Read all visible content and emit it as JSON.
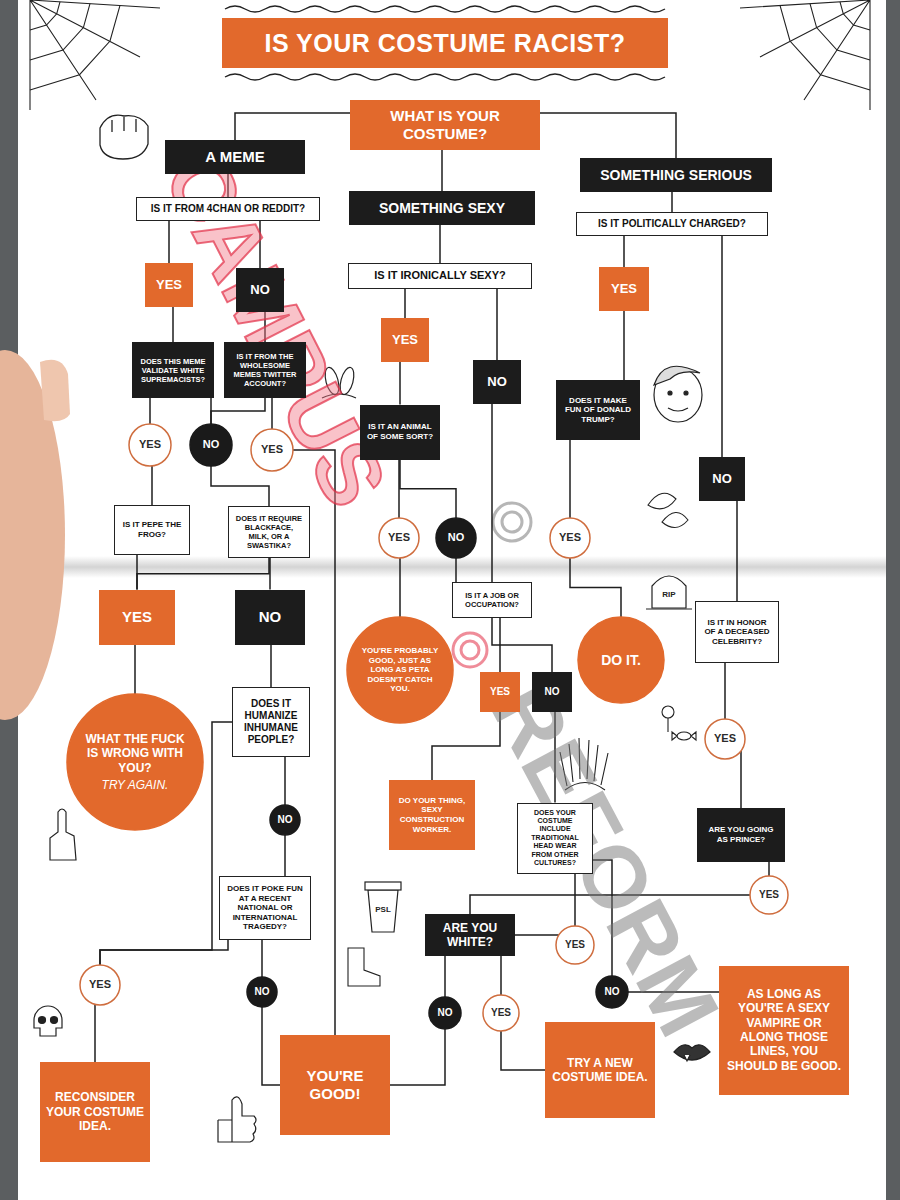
{
  "diagram": {
    "title": "IS YOUR COSTUME RACIST?",
    "nodes": [
      {
        "text": [
          "WHAT IS YOUR COSTUME?"
        ]
      },
      {
        "text": [
          "A MEME"
        ]
      },
      {
        "text": [
          "SOMETHING SEXY"
        ]
      },
      {
        "text": [
          "SOMETHING SERIOUS"
        ]
      },
      {
        "text": [
          "IS IT FROM 4CHAN OR REDDIT?"
        ]
      },
      {
        "text": [
          "YES"
        ]
      },
      {
        "text": [
          "NO"
        ]
      },
      {
        "text": [
          "IS IT IRONICALLY SEXY?"
        ]
      },
      {
        "text": [
          "IS IT POLITICALLY CHARGED?"
        ]
      },
      {
        "text": [
          "YES"
        ]
      },
      {
        "text": [
          "NO"
        ]
      },
      {
        "text": [
          "YES"
        ]
      },
      {
        "text": [
          "DOES THIS MEME VALIDATE WHITE SUPREMACISTS?"
        ]
      },
      {
        "text": [
          "IS IT FROM THE WHOLESOME MEMES TWITTER ACCOUNT?"
        ]
      },
      {
        "text": [
          "YES"
        ]
      },
      {
        "text": [
          "NO"
        ]
      },
      {
        "text": [
          "YES"
        ]
      },
      {
        "text": [
          "IS IT AN ANIMAL OF SOME SORT?"
        ]
      },
      {
        "text": [
          "DOES IT MAKE FUN OF DONALD TRUMP?"
        ]
      },
      {
        "text": [
          "NO"
        ]
      },
      {
        "text": [
          "IS IT PEPE THE FROG?"
        ]
      },
      {
        "text": [
          "DOES IT REQUIRE BLACKFACE, MILK, OR A SWASTIKA?"
        ]
      },
      {
        "text": [
          "YES"
        ]
      },
      {
        "text": [
          "NO"
        ]
      },
      {
        "text": [
          "YES"
        ]
      },
      {
        "text": [
          "YES"
        ]
      },
      {
        "text": [
          "NO"
        ]
      },
      {
        "text": [
          "IS IT A JOB OR OCCUPATION?"
        ]
      },
      {
        "text": [
          "YOU'RE PROBABLY GOOD, JUST AS LONG AS PETA DOESN'T CATCH YOU."
        ]
      },
      {
        "text": [
          "DO IT."
        ]
      },
      {
        "text": [
          "IS IT IN HONOR OF A DECEASED CELEBRITY?"
        ]
      },
      {
        "text": [
          "WHAT THE FUCK IS WRONG WITH YOU?",
          "TRY AGAIN."
        ]
      },
      {
        "text": [
          "DOES IT HUMANIZE INHUMANE PEOPLE?"
        ]
      },
      {
        "text": [
          "YES"
        ]
      },
      {
        "text": [
          "NO"
        ]
      },
      {
        "text": [
          "YES"
        ]
      },
      {
        "text": [
          "NO"
        ]
      },
      {
        "text": [
          "DO YOUR THING, SEXY CONSTRUCTION WORKER."
        ]
      },
      {
        "text": [
          "DOES YOUR COSTUME INCLUDE TRADITIONAL HEAD WEAR FROM OTHER CULTURES?"
        ]
      },
      {
        "text": [
          "ARE YOU GOING AS PRINCE?"
        ]
      },
      {
        "text": [
          "DOES IT POKE FUN AT A RECENT NATIONAL OR INTERNATIONAL TRAGEDY?"
        ]
      },
      {
        "text": [
          "ARE YOU WHITE?"
        ]
      },
      {
        "text": [
          "YES"
        ]
      },
      {
        "text": [
          "YES"
        ]
      },
      {
        "text": [
          "YES"
        ]
      },
      {
        "text": [
          "NO"
        ]
      },
      {
        "text": [
          "NO"
        ]
      },
      {
        "text": [
          "NO"
        ]
      },
      {
        "text": [
          "YES"
        ]
      },
      {
        "text": [
          "AS LONG AS YOU'RE A SEXY VAMPIRE OR ALONG THOSE LINES, YOU SHOULD BE GOOD."
        ]
      },
      {
        "text": [
          "RECONSIDER YOUR COSTUME IDEA."
        ]
      },
      {
        "text": [
          "YOU'RE GOOD!"
        ]
      },
      {
        "text": [
          "TRY A NEW COSTUME IDEA."
        ]
      }
    ],
    "edges": [
      {
        "from": 0,
        "to": 1,
        "arrow": "none"
      },
      {
        "from": 0,
        "to": 2,
        "arrow": "none"
      },
      {
        "from": 0,
        "to": 3,
        "arrow": "none"
      },
      {
        "from": 1,
        "to": 4,
        "arrow": "none"
      },
      {
        "from": 4,
        "to": 5,
        "arrow": "none"
      },
      {
        "from": 4,
        "to": 6,
        "arrow": "none"
      },
      {
        "from": 5,
        "to": 12,
        "arrow": "none"
      },
      {
        "from": 6,
        "to": 13,
        "arrow": "none"
      },
      {
        "from": 12,
        "to": 14,
        "arrow": "none"
      },
      {
        "from": 12,
        "to": 15,
        "arrow": "none"
      },
      {
        "from": 13,
        "to": 15,
        "arrow": "none"
      },
      {
        "from": 13,
        "to": 16,
        "arrow": "none"
      },
      {
        "from": 14,
        "to": 20,
        "arrow": "none"
      },
      {
        "from": 15,
        "to": 21,
        "arrow": "none"
      },
      {
        "from": 16,
        "to": 51,
        "arrow": "none"
      },
      {
        "from": 20,
        "to": 25,
        "arrow": "none"
      },
      {
        "from": 21,
        "to": 25,
        "arrow": "none"
      },
      {
        "from": 21,
        "to": 26,
        "arrow": "none"
      },
      {
        "from": 25,
        "to": 31,
        "arrow": "none"
      },
      {
        "from": 26,
        "to": 32,
        "arrow": "none"
      },
      {
        "from": 32,
        "to": 36,
        "arrow": "none"
      },
      {
        "from": 32,
        "to": 44,
        "arrow": "none"
      },
      {
        "from": 36,
        "to": 40,
        "arrow": "none"
      },
      {
        "from": 40,
        "to": 44,
        "arrow": "none"
      },
      {
        "from": 40,
        "to": 45,
        "arrow": "none"
      },
      {
        "from": 45,
        "to": 51,
        "arrow": "none"
      },
      {
        "from": 44,
        "to": 50,
        "arrow": "none"
      },
      {
        "from": 2,
        "to": 7,
        "arrow": "none"
      },
      {
        "from": 7,
        "to": 9,
        "arrow": "none"
      },
      {
        "from": 7,
        "to": 10,
        "arrow": "none"
      },
      {
        "from": 9,
        "to": 17,
        "arrow": "none"
      },
      {
        "from": 17,
        "to": 22,
        "arrow": "none"
      },
      {
        "from": 17,
        "to": 23,
        "arrow": "none"
      },
      {
        "from": 22,
        "to": 28,
        "arrow": "none"
      },
      {
        "from": 23,
        "to": 27,
        "arrow": "none"
      },
      {
        "from": 10,
        "to": 27,
        "arrow": "none"
      },
      {
        "from": 27,
        "to": 33,
        "arrow": "none"
      },
      {
        "from": 27,
        "to": 34,
        "arrow": "none"
      },
      {
        "from": 33,
        "to": 37,
        "arrow": "none"
      },
      {
        "from": 34,
        "to": 38,
        "arrow": "none"
      },
      {
        "from": 38,
        "to": 43,
        "arrow": "none"
      },
      {
        "from": 38,
        "to": 46,
        "arrow": "none"
      },
      {
        "from": 43,
        "to": 41,
        "arrow": "none"
      },
      {
        "from": 42,
        "to": 41,
        "arrow": "none"
      },
      {
        "from": 41,
        "to": 47,
        "arrow": "none"
      },
      {
        "from": 41,
        "to": 48,
        "arrow": "none"
      },
      {
        "from": 47,
        "to": 51,
        "arrow": "none"
      },
      {
        "from": 48,
        "to": 52,
        "arrow": "none"
      },
      {
        "from": 46,
        "to": 49,
        "arrow": "none"
      },
      {
        "from": 3,
        "to": 8,
        "arrow": "none"
      },
      {
        "from": 8,
        "to": 11,
        "arrow": "none"
      },
      {
        "from": 8,
        "to": 19,
        "arrow": "none"
      },
      {
        "from": 11,
        "to": 18,
        "arrow": "none"
      },
      {
        "from": 18,
        "to": 24,
        "arrow": "none"
      },
      {
        "from": 24,
        "to": 29,
        "arrow": "none"
      },
      {
        "from": 19,
        "to": 30,
        "arrow": "none"
      },
      {
        "from": 30,
        "to": 35,
        "arrow": "none"
      },
      {
        "from": 35,
        "to": 39,
        "arrow": "none"
      },
      {
        "from": 39,
        "to": 42,
        "arrow": "none"
      }
    ],
    "labels": [
      "CAMPUS",
      "REFORM",
      "RIP",
      "PSL"
    ]
  }
}
